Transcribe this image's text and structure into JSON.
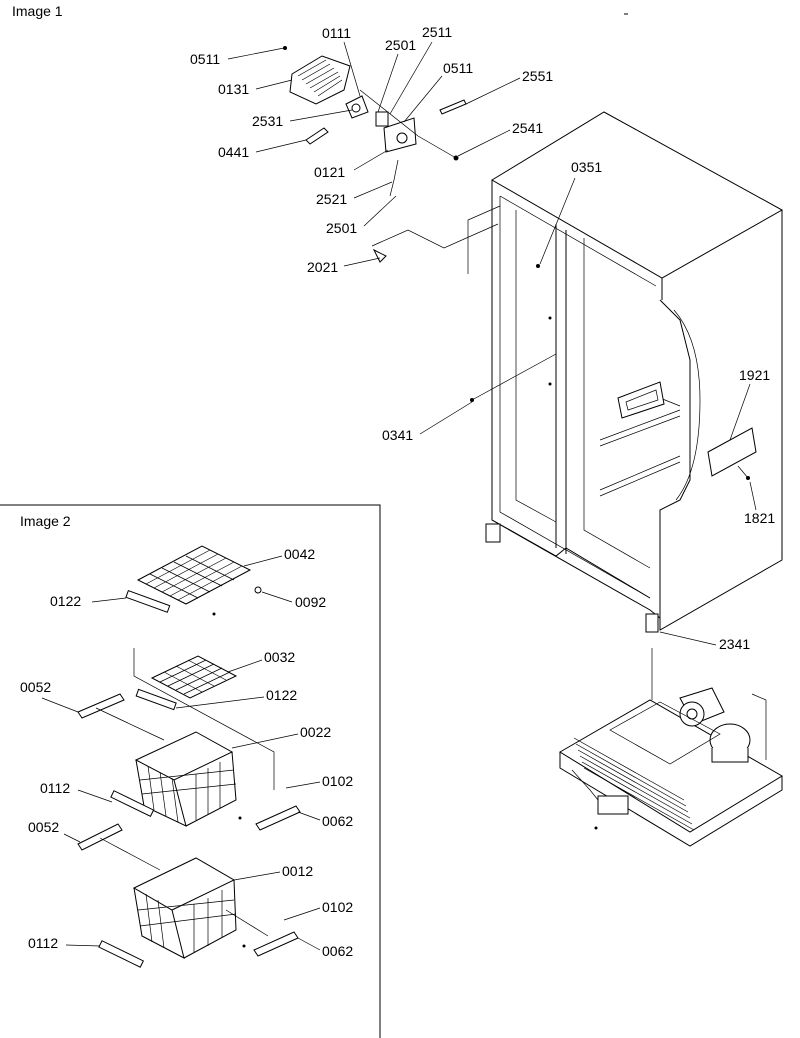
{
  "panels": {
    "image1": {
      "title": "Image 1"
    },
    "image2": {
      "title": "Image 2"
    }
  },
  "image1_callouts": [
    "0511",
    "0111",
    "2501",
    "2511",
    "0511",
    "2551",
    "0131",
    "2531",
    "0441",
    "0121",
    "2541",
    "2521",
    "2501",
    "0351",
    "2021",
    "1921",
    "0341",
    "1821",
    "2341"
  ],
  "image2_callouts": [
    "0042",
    "0122",
    "0092",
    "0032",
    "0052",
    "0122",
    "0022",
    "0112",
    "0102",
    "0062",
    "0052",
    "0012",
    "0102",
    "0112",
    "0062"
  ]
}
